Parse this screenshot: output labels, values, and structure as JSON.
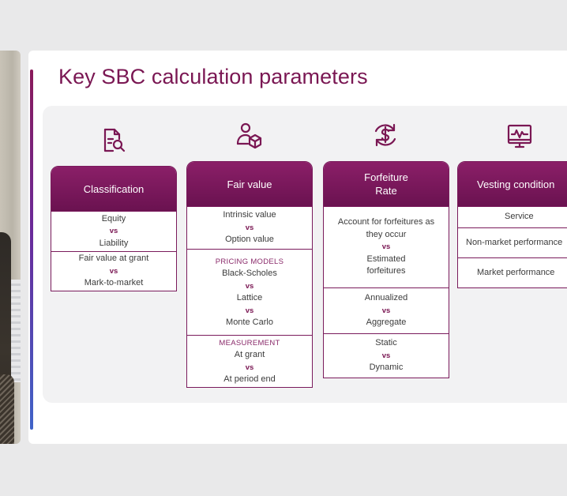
{
  "slide": {
    "title": "Key SBC calculation parameters"
  },
  "icons": {
    "classification": "document-search-icon",
    "fair_value": "person-cube-icon",
    "forfeiture": "dollar-cycle-icon",
    "vesting": "monitor-chart-icon"
  },
  "columns": {
    "classification": {
      "header": "Classification",
      "cells": [
        {
          "top": "Equity",
          "vs": "vs",
          "bottom": "Liability"
        },
        {
          "top": "Fair value at grant",
          "vs": "vs",
          "bottom": "Mark-to-market"
        }
      ]
    },
    "fair_value": {
      "header": "Fair value",
      "cells": [
        {
          "top": "Intrinsic value",
          "vs": "vs",
          "bottom": "Option value"
        },
        {
          "label": "PRICING MODELS",
          "top": "Black-Scholes",
          "vs": "vs",
          "middle": "Lattice",
          "vs2": "vs",
          "bottom": "Monte Carlo"
        },
        {
          "label": "MEASUREMENT",
          "top": "At grant",
          "vs": "vs",
          "bottom": "At period end"
        }
      ]
    },
    "forfeiture": {
      "header": "Forfeiture\nRate",
      "cells": [
        {
          "top": "Account for forfeitures as",
          "top2": "they occur",
          "vs": "vs",
          "bottom": "Estimated",
          "bottom2": "forfeitures"
        },
        {
          "top": "Annualized",
          "vs": "vs",
          "bottom": "Aggregate"
        },
        {
          "top": "Static",
          "vs": "vs",
          "bottom": "Dynamic"
        }
      ]
    },
    "vesting": {
      "header": "Vesting condition",
      "cells": [
        {
          "text": "Service"
        },
        {
          "text": "Non-market performance"
        },
        {
          "text": "Market performance"
        }
      ]
    }
  },
  "colors": {
    "accent": "#7a1753",
    "header_start": "#8b1f68",
    "header_end": "#6a1250"
  }
}
